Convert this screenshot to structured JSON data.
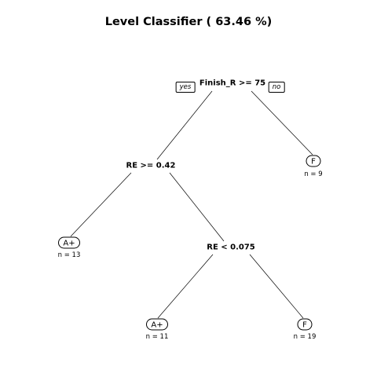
{
  "title": "Level Classifier ( 63.46 %)",
  "edge_tags": {
    "yes": "yes",
    "no": "no"
  },
  "tree": {
    "root_split": "Finish_R >= 75",
    "left_split": "RE >= 0.42",
    "left_right_split": "RE < 0.075",
    "leaves": [
      {
        "class": "F",
        "n": "n = 9"
      },
      {
        "class": "A+",
        "n": "n = 13"
      },
      {
        "class": "A+",
        "n": "n = 11"
      },
      {
        "class": "F",
        "n": "n = 19"
      }
    ]
  }
}
